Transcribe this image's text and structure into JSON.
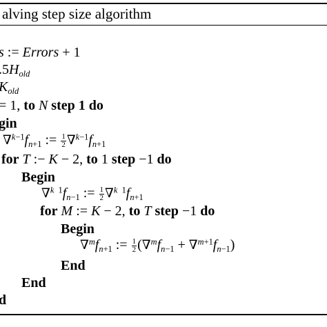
{
  "caption": "alving step size algorithm",
  "lines": [
    {
      "id": "l1",
      "text": "s := Errors + 1"
    },
    {
      "id": "l2",
      "text": ".5H_old"
    },
    {
      "id": "l3",
      "text": "K_old"
    },
    {
      "id": "l4",
      "text": "= 1, to N step 1 do"
    },
    {
      "id": "l5",
      "text": "gin"
    },
    {
      "id": "l6",
      "text": "∇^{k−1} f_{n+1} := 1/2 ∇^{k−1} f_{n+1}"
    },
    {
      "id": "l7",
      "text": "for T :− K − 2, to 1 step −1 do"
    },
    {
      "id": "l8",
      "text": "Begin"
    },
    {
      "id": "l9",
      "text": "∇^{k 1} f_{n−1} := 1/2 ∇^{k 1} f_{n+1}"
    },
    {
      "id": "l10",
      "text": "for M := K − 2, to T step −1 do"
    },
    {
      "id": "l11",
      "text": "Begin"
    },
    {
      "id": "l12",
      "text": "∇^m f_{n+1} := 1/2 (∇^m f_{n−1} + ∇^{m+1} f_{n−1})"
    },
    {
      "id": "l13",
      "text": "End"
    },
    {
      "id": "l14",
      "text": "End"
    },
    {
      "id": "l15",
      "text": "d"
    }
  ]
}
